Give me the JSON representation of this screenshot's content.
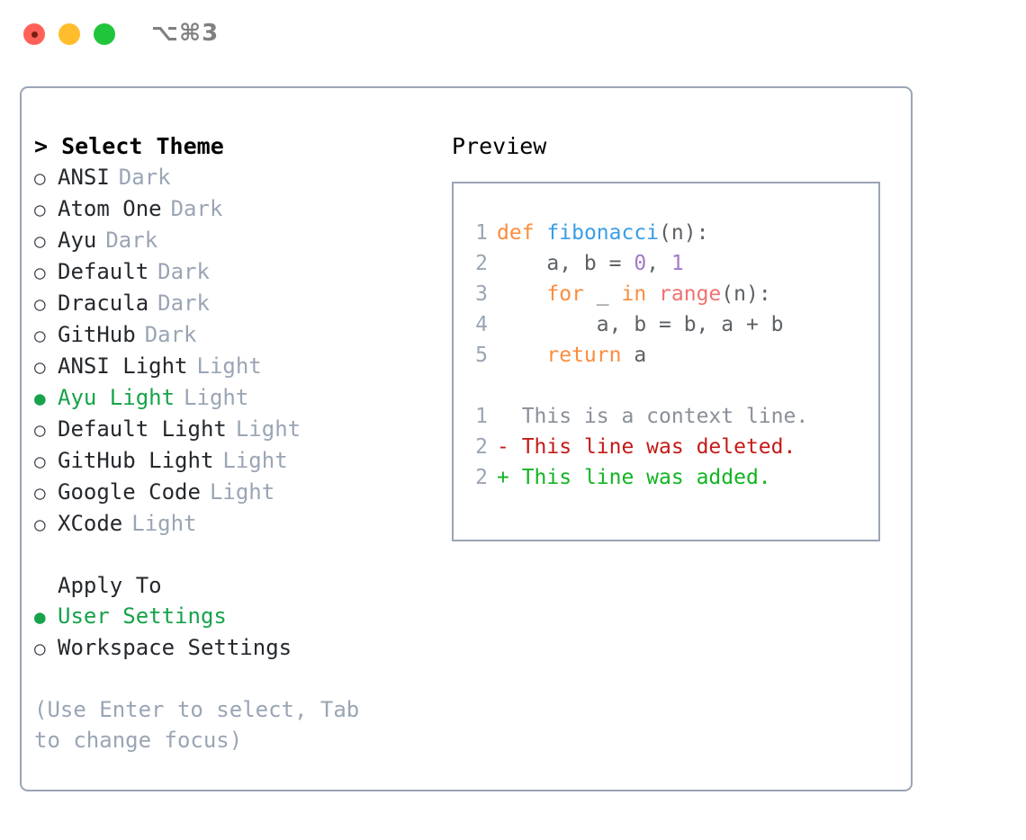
{
  "window": {
    "traffic_lights": [
      "close-button",
      "minimize-button",
      "maximize-button"
    ],
    "shortcut": "⌥⌘3"
  },
  "theme_picker": {
    "header_marker": ">",
    "header_label": "Select Theme",
    "selected_marker": "●",
    "unselected_marker": "○",
    "items": [
      {
        "marker": "○",
        "label": "ANSI",
        "tag": "Dark",
        "selected": false
      },
      {
        "marker": "○",
        "label": "Atom One",
        "tag": "Dark",
        "selected": false
      },
      {
        "marker": "○",
        "label": "Ayu",
        "tag": "Dark",
        "selected": false
      },
      {
        "marker": "○",
        "label": "Default",
        "tag": "Dark",
        "selected": false
      },
      {
        "marker": "○",
        "label": "Dracula",
        "tag": "Dark",
        "selected": false
      },
      {
        "marker": "○",
        "label": "GitHub",
        "tag": "Dark",
        "selected": false
      },
      {
        "marker": "○",
        "label": "ANSI Light",
        "tag": "Light",
        "selected": false
      },
      {
        "marker": "●",
        "label": "Ayu Light",
        "tag": "Light",
        "selected": true
      },
      {
        "marker": "○",
        "label": "Default Light",
        "tag": "Light",
        "selected": false
      },
      {
        "marker": "○",
        "label": "GitHub Light",
        "tag": "Light",
        "selected": false
      },
      {
        "marker": "○",
        "label": "Google Code",
        "tag": "Light",
        "selected": false
      },
      {
        "marker": "○",
        "label": "XCode",
        "tag": "Light",
        "selected": false
      }
    ]
  },
  "apply_to": {
    "header_label": "Apply To",
    "items": [
      {
        "marker": "●",
        "label": "User Settings",
        "selected": true
      },
      {
        "marker": "○",
        "label": "Workspace Settings",
        "selected": false
      }
    ]
  },
  "hint": "(Use Enter to select, Tab to change focus)",
  "preview": {
    "title": "Preview",
    "code": [
      {
        "num": "1",
        "tokens": [
          {
            "t": "def",
            "c": "kw"
          },
          {
            "t": " ",
            "c": "txt"
          },
          {
            "t": "fibonacci",
            "c": "fn"
          },
          {
            "t": "(n):",
            "c": "punc"
          }
        ]
      },
      {
        "num": "2",
        "tokens": [
          {
            "t": "    a, b = ",
            "c": "txt"
          },
          {
            "t": "0",
            "c": "num"
          },
          {
            "t": ", ",
            "c": "txt"
          },
          {
            "t": "1",
            "c": "num"
          }
        ]
      },
      {
        "num": "3",
        "tokens": [
          {
            "t": "    ",
            "c": "txt"
          },
          {
            "t": "for",
            "c": "kw"
          },
          {
            "t": " _ ",
            "c": "txt"
          },
          {
            "t": "in",
            "c": "kw"
          },
          {
            "t": " ",
            "c": "txt"
          },
          {
            "t": "range",
            "c": "fnc"
          },
          {
            "t": "(n):",
            "c": "punc"
          }
        ]
      },
      {
        "num": "4",
        "tokens": [
          {
            "t": "        a, b = b, a + b",
            "c": "txt"
          }
        ]
      },
      {
        "num": "5",
        "tokens": [
          {
            "t": "    ",
            "c": "txt"
          },
          {
            "t": "return",
            "c": "kw"
          },
          {
            "t": " a",
            "c": "txt"
          }
        ]
      }
    ],
    "diff": [
      {
        "num": "1",
        "sign": " ",
        "text": "This is a context line.",
        "kind": "ctx"
      },
      {
        "num": "2",
        "sign": "-",
        "text": "This line was deleted.",
        "kind": "del"
      },
      {
        "num": "2",
        "sign": "+",
        "text": "This line was added.",
        "kind": "add"
      }
    ]
  },
  "colors": {
    "accent_green": "#16a34a",
    "border": "#9aa5b5",
    "muted": "#9aa5b5",
    "keyword": "#fa8d3e",
    "function": "#399ee6",
    "number": "#a37acc",
    "builtin": "#f07171",
    "text": "#5c6166",
    "diff_deleted": "#c41a16",
    "diff_added": "#12b422",
    "light_red": "#ff6159",
    "light_yellow": "#ffbd2e",
    "light_green": "#21c53c"
  }
}
